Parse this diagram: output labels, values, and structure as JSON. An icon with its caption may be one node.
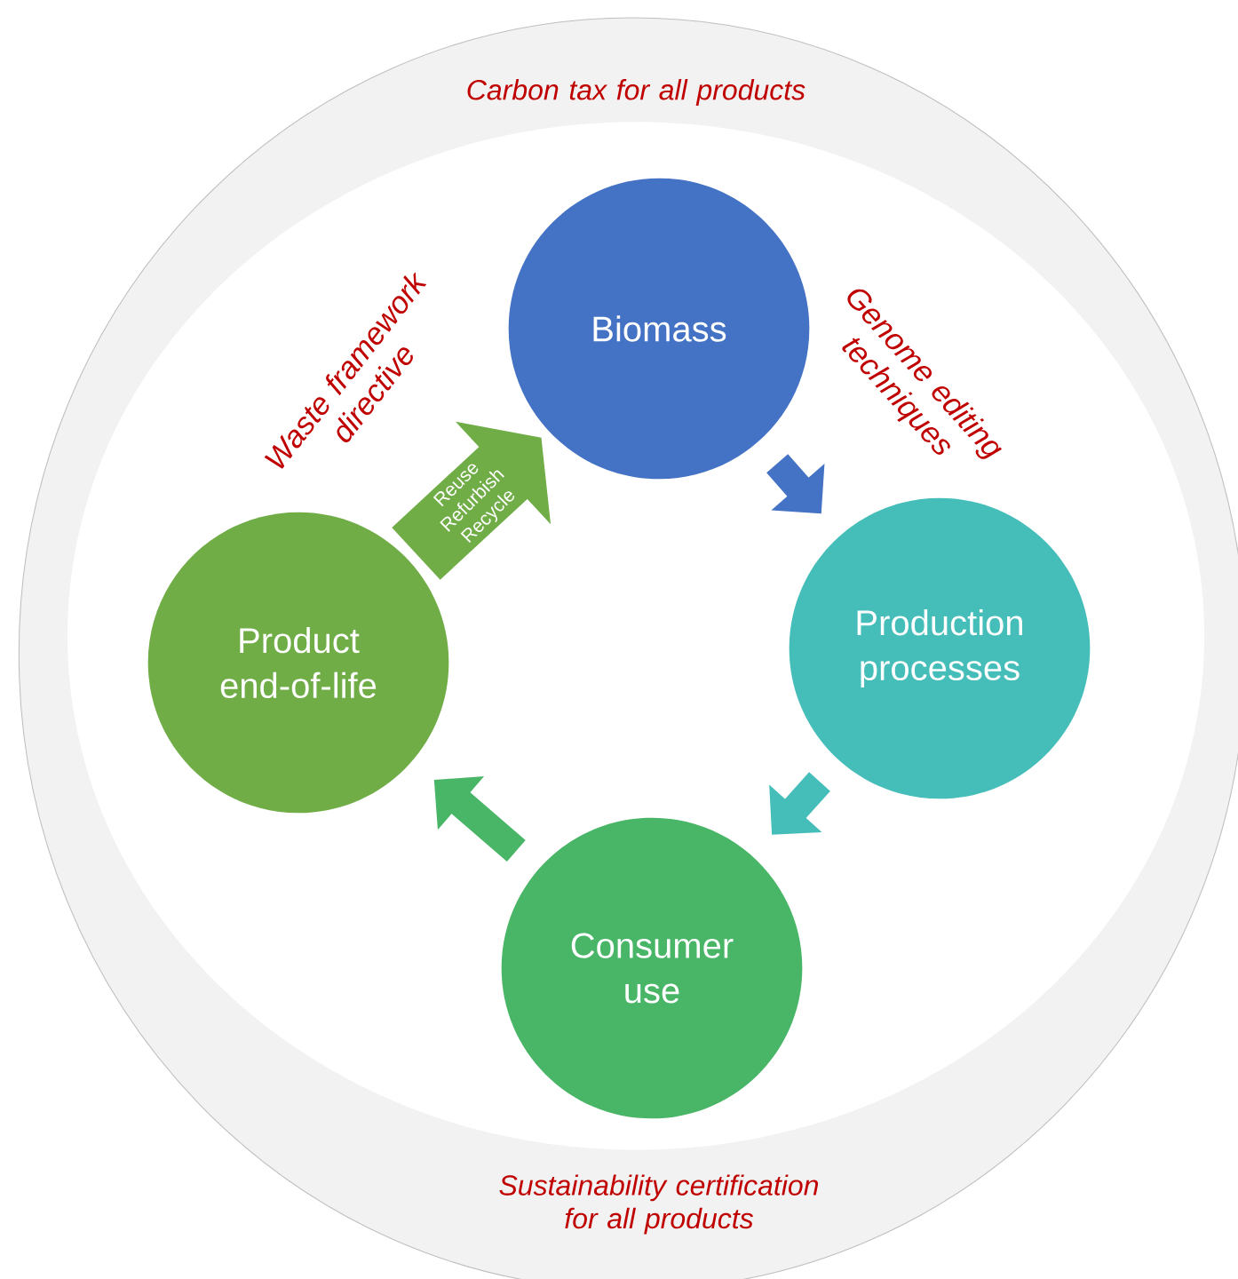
{
  "diagram": {
    "nodes": [
      {
        "text": [
          "Carbon tax for all products",
          "Sustainability certification for all products"
        ]
      },
      {
        "text": [
          "Biomass"
        ],
        "in": 0
      },
      {
        "text": [
          "Production processes"
        ],
        "in": 0
      },
      {
        "text": [
          "Consumer use"
        ],
        "in": 0
      },
      {
        "text": [
          "Product end-of-life"
        ],
        "in": 0
      }
    ],
    "edges": [
      {
        "from": 1,
        "to": 2,
        "arrow": "to",
        "color": "#4472c4"
      },
      {
        "from": 2,
        "to": 3,
        "arrow": "to",
        "color": "#45bdb9"
      },
      {
        "from": 3,
        "to": 4,
        "arrow": "to",
        "color": "#48b567"
      },
      {
        "from": 4,
        "to": 1,
        "arrow": "to",
        "label": "Reuse Refurbish Recycle",
        "style": "thick",
        "color": "#70ad47"
      }
    ],
    "labels": [
      "Waste framework directive",
      "Genome editing techniques"
    ]
  }
}
